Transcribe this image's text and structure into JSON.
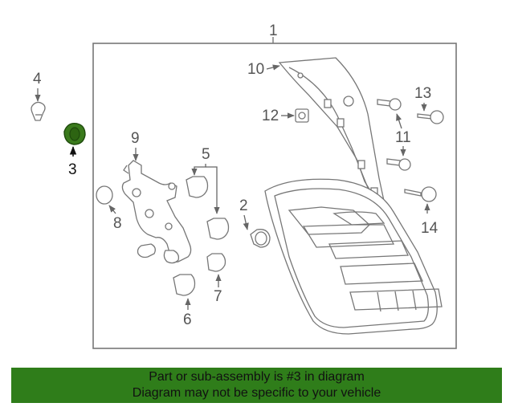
{
  "diagram": {
    "callouts": {
      "c1": "1",
      "c2": "2",
      "c3": "3",
      "c4": "4",
      "c5": "5",
      "c6": "6",
      "c7": "7",
      "c8": "8",
      "c9": "9",
      "c10": "10",
      "c11": "11",
      "c12": "12",
      "c13": "13",
      "c14": "14"
    },
    "highlight_color": "#3a7a1c"
  },
  "banner": {
    "line1": "Part or sub-assembly is #3 in diagram",
    "line2": "Diagram may not be specific to your vehicle",
    "background": "#2f7d1a"
  }
}
